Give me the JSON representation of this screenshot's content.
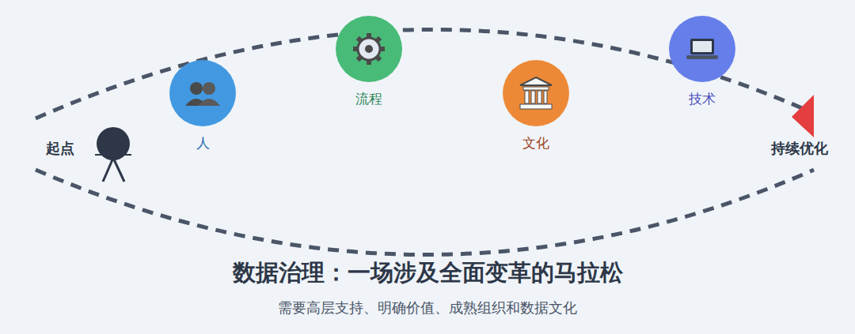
{
  "diagram": {
    "title": "数据治理：一场涉及全面变革的马拉松",
    "caption": "需要高层支持、明确价值、成熟组织和数据文化",
    "nodes": [
      {
        "text": [
          "人"
        ]
      },
      {
        "text": [
          "流程"
        ]
      },
      {
        "text": [
          "文化"
        ]
      },
      {
        "text": [
          "技术"
        ]
      }
    ],
    "labels": [
      "起点",
      "持续优化"
    ]
  }
}
